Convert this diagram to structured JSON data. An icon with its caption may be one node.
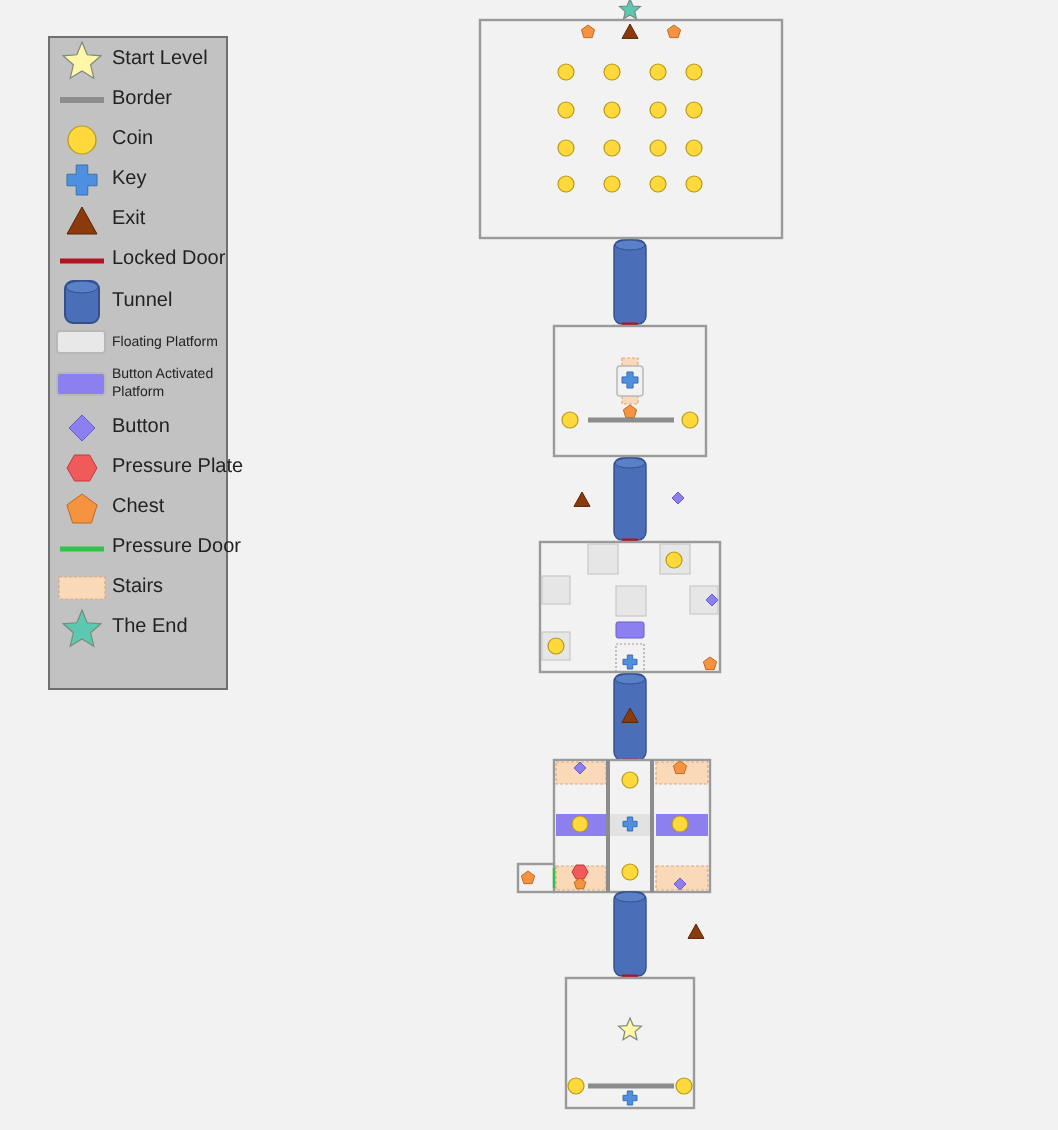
{
  "diagram": {
    "legend": [
      {
        "text": "Start Level"
      },
      {
        "text": "Border"
      },
      {
        "text": "Coin"
      },
      {
        "text": "Key"
      },
      {
        "text": "Exit"
      },
      {
        "text": "Locked Door"
      },
      {
        "text": "Tunnel"
      },
      {
        "text": "Floating Platform",
        "color": "#e8e8e8"
      },
      {
        "text": "Button Activated Platform",
        "color": "#8c7ff0"
      },
      {
        "text": "Button"
      },
      {
        "text": "Pressure Plate"
      },
      {
        "text": "Chest"
      },
      {
        "text": "Pressure Door"
      },
      {
        "text": "Stairs"
      },
      {
        "text": "The End"
      }
    ]
  }
}
